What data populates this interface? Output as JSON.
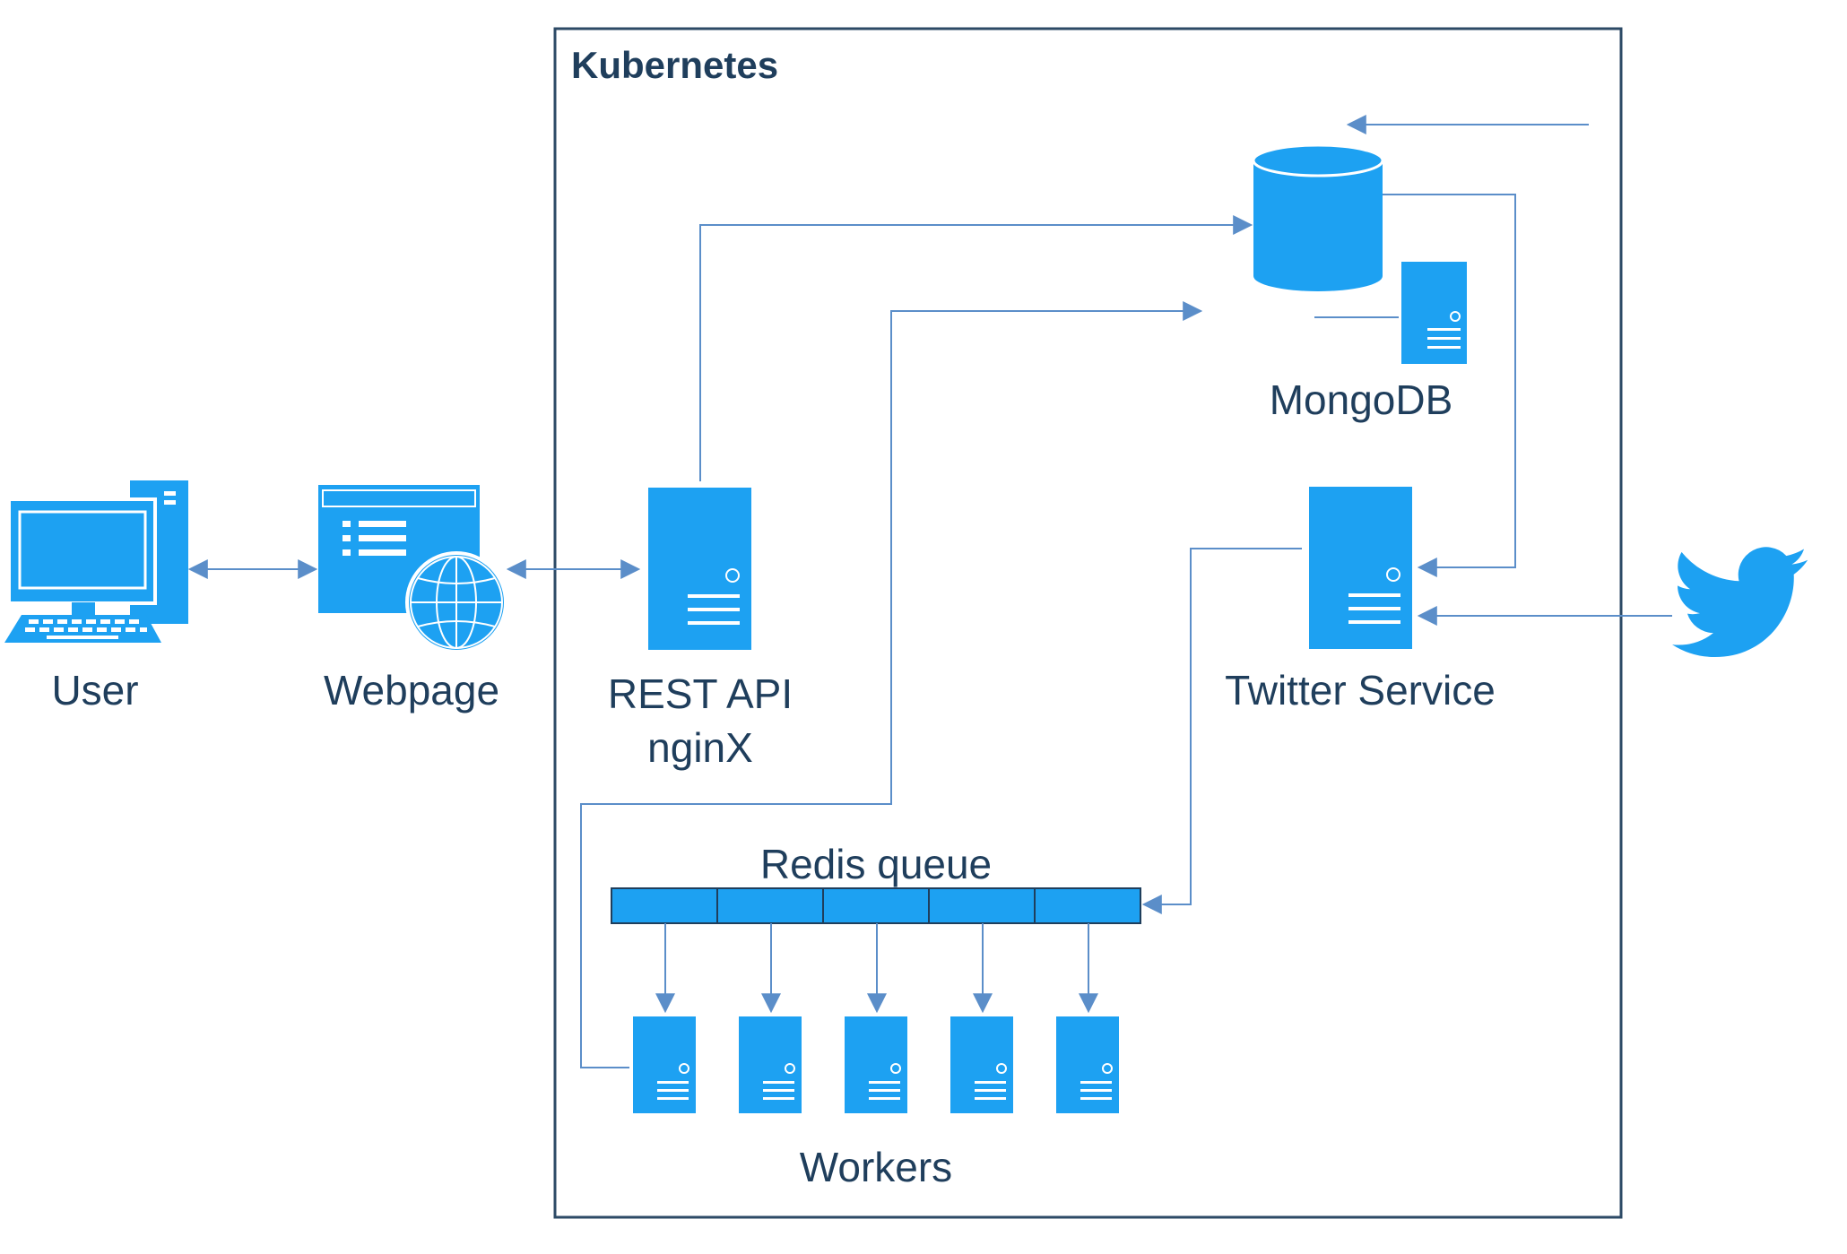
{
  "diagram": {
    "cluster_title": "Kubernetes",
    "nodes": {
      "user": "User",
      "webpage": "Webpage",
      "rest_api_line1": "REST API",
      "rest_api_line2": "nginX",
      "mongodb": "MongoDB",
      "twitter_service": "Twitter Service",
      "redis_queue": "Redis queue",
      "workers": "Workers"
    },
    "colors": {
      "icon_fill": "#1da1f2",
      "connector": "#5b8ec9",
      "text": "#1f3e5c",
      "frame": "#2c4a66"
    },
    "icons": [
      "desktop-computer-icon",
      "webpage-globe-icon",
      "server-icon",
      "database-icon",
      "queue-icon",
      "twitter-bird-icon"
    ]
  }
}
